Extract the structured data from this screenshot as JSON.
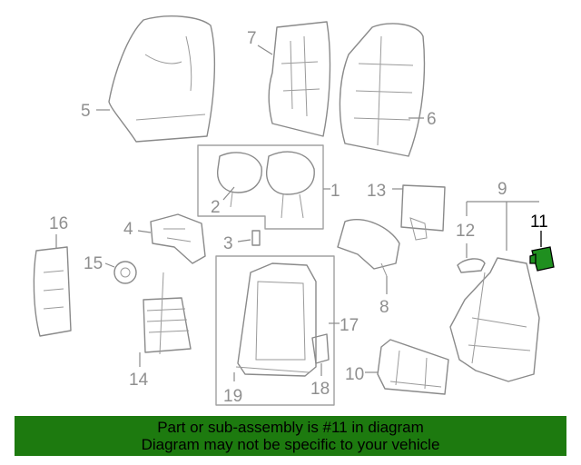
{
  "callouts": [
    "1",
    "2",
    "3",
    "4",
    "5",
    "6",
    "7",
    "8",
    "9",
    "10",
    "11",
    "12",
    "13",
    "14",
    "15",
    "16",
    "17",
    "18",
    "19"
  ],
  "highlighted_part": "11",
  "banner": {
    "line1": "Part or sub-assembly is #11 in diagram",
    "line2": "Diagram may not be specific to your vehicle"
  },
  "colors": {
    "banner": "#1d7a0f",
    "highlight": "#1f8f1f",
    "line": "#8a8a8a"
  }
}
